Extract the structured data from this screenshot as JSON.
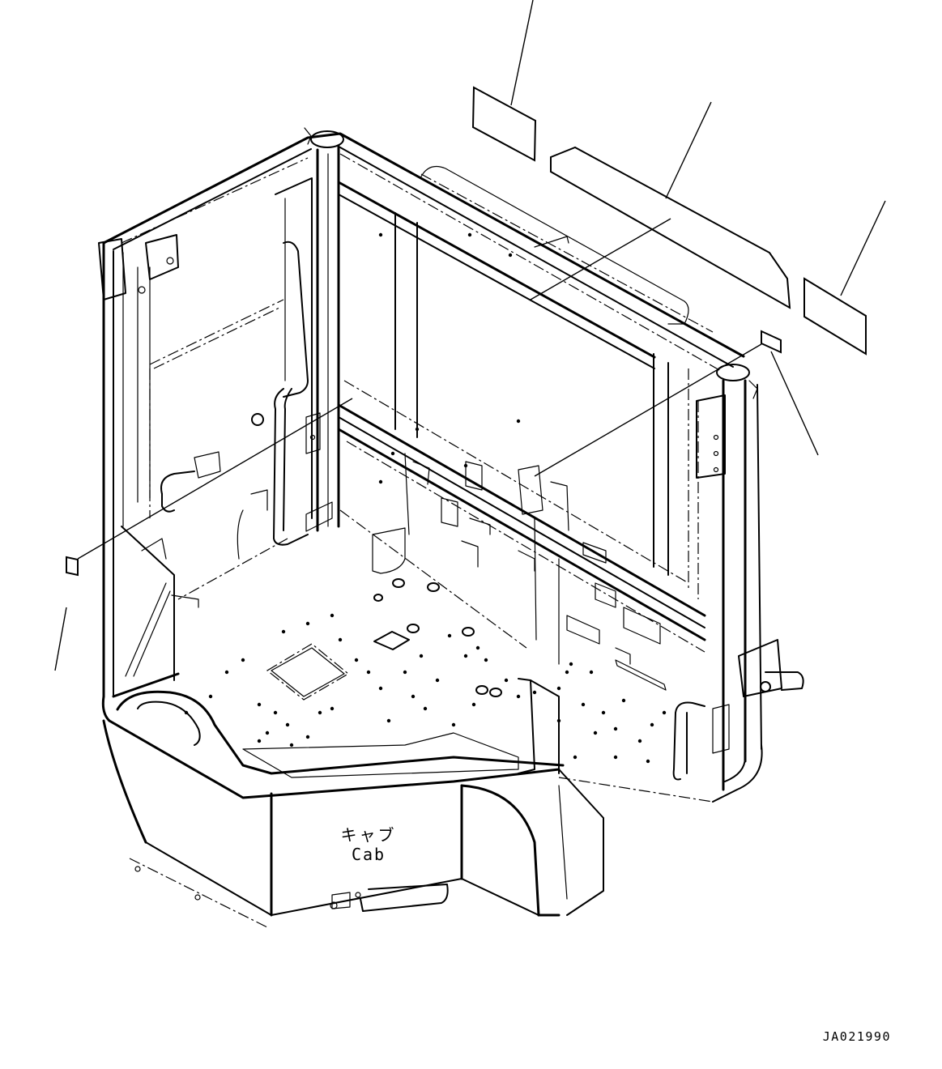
{
  "diagram": {
    "cab_label_jp": "キャブ",
    "cab_label_en": "Cab",
    "drawing_code": "JA021990"
  }
}
